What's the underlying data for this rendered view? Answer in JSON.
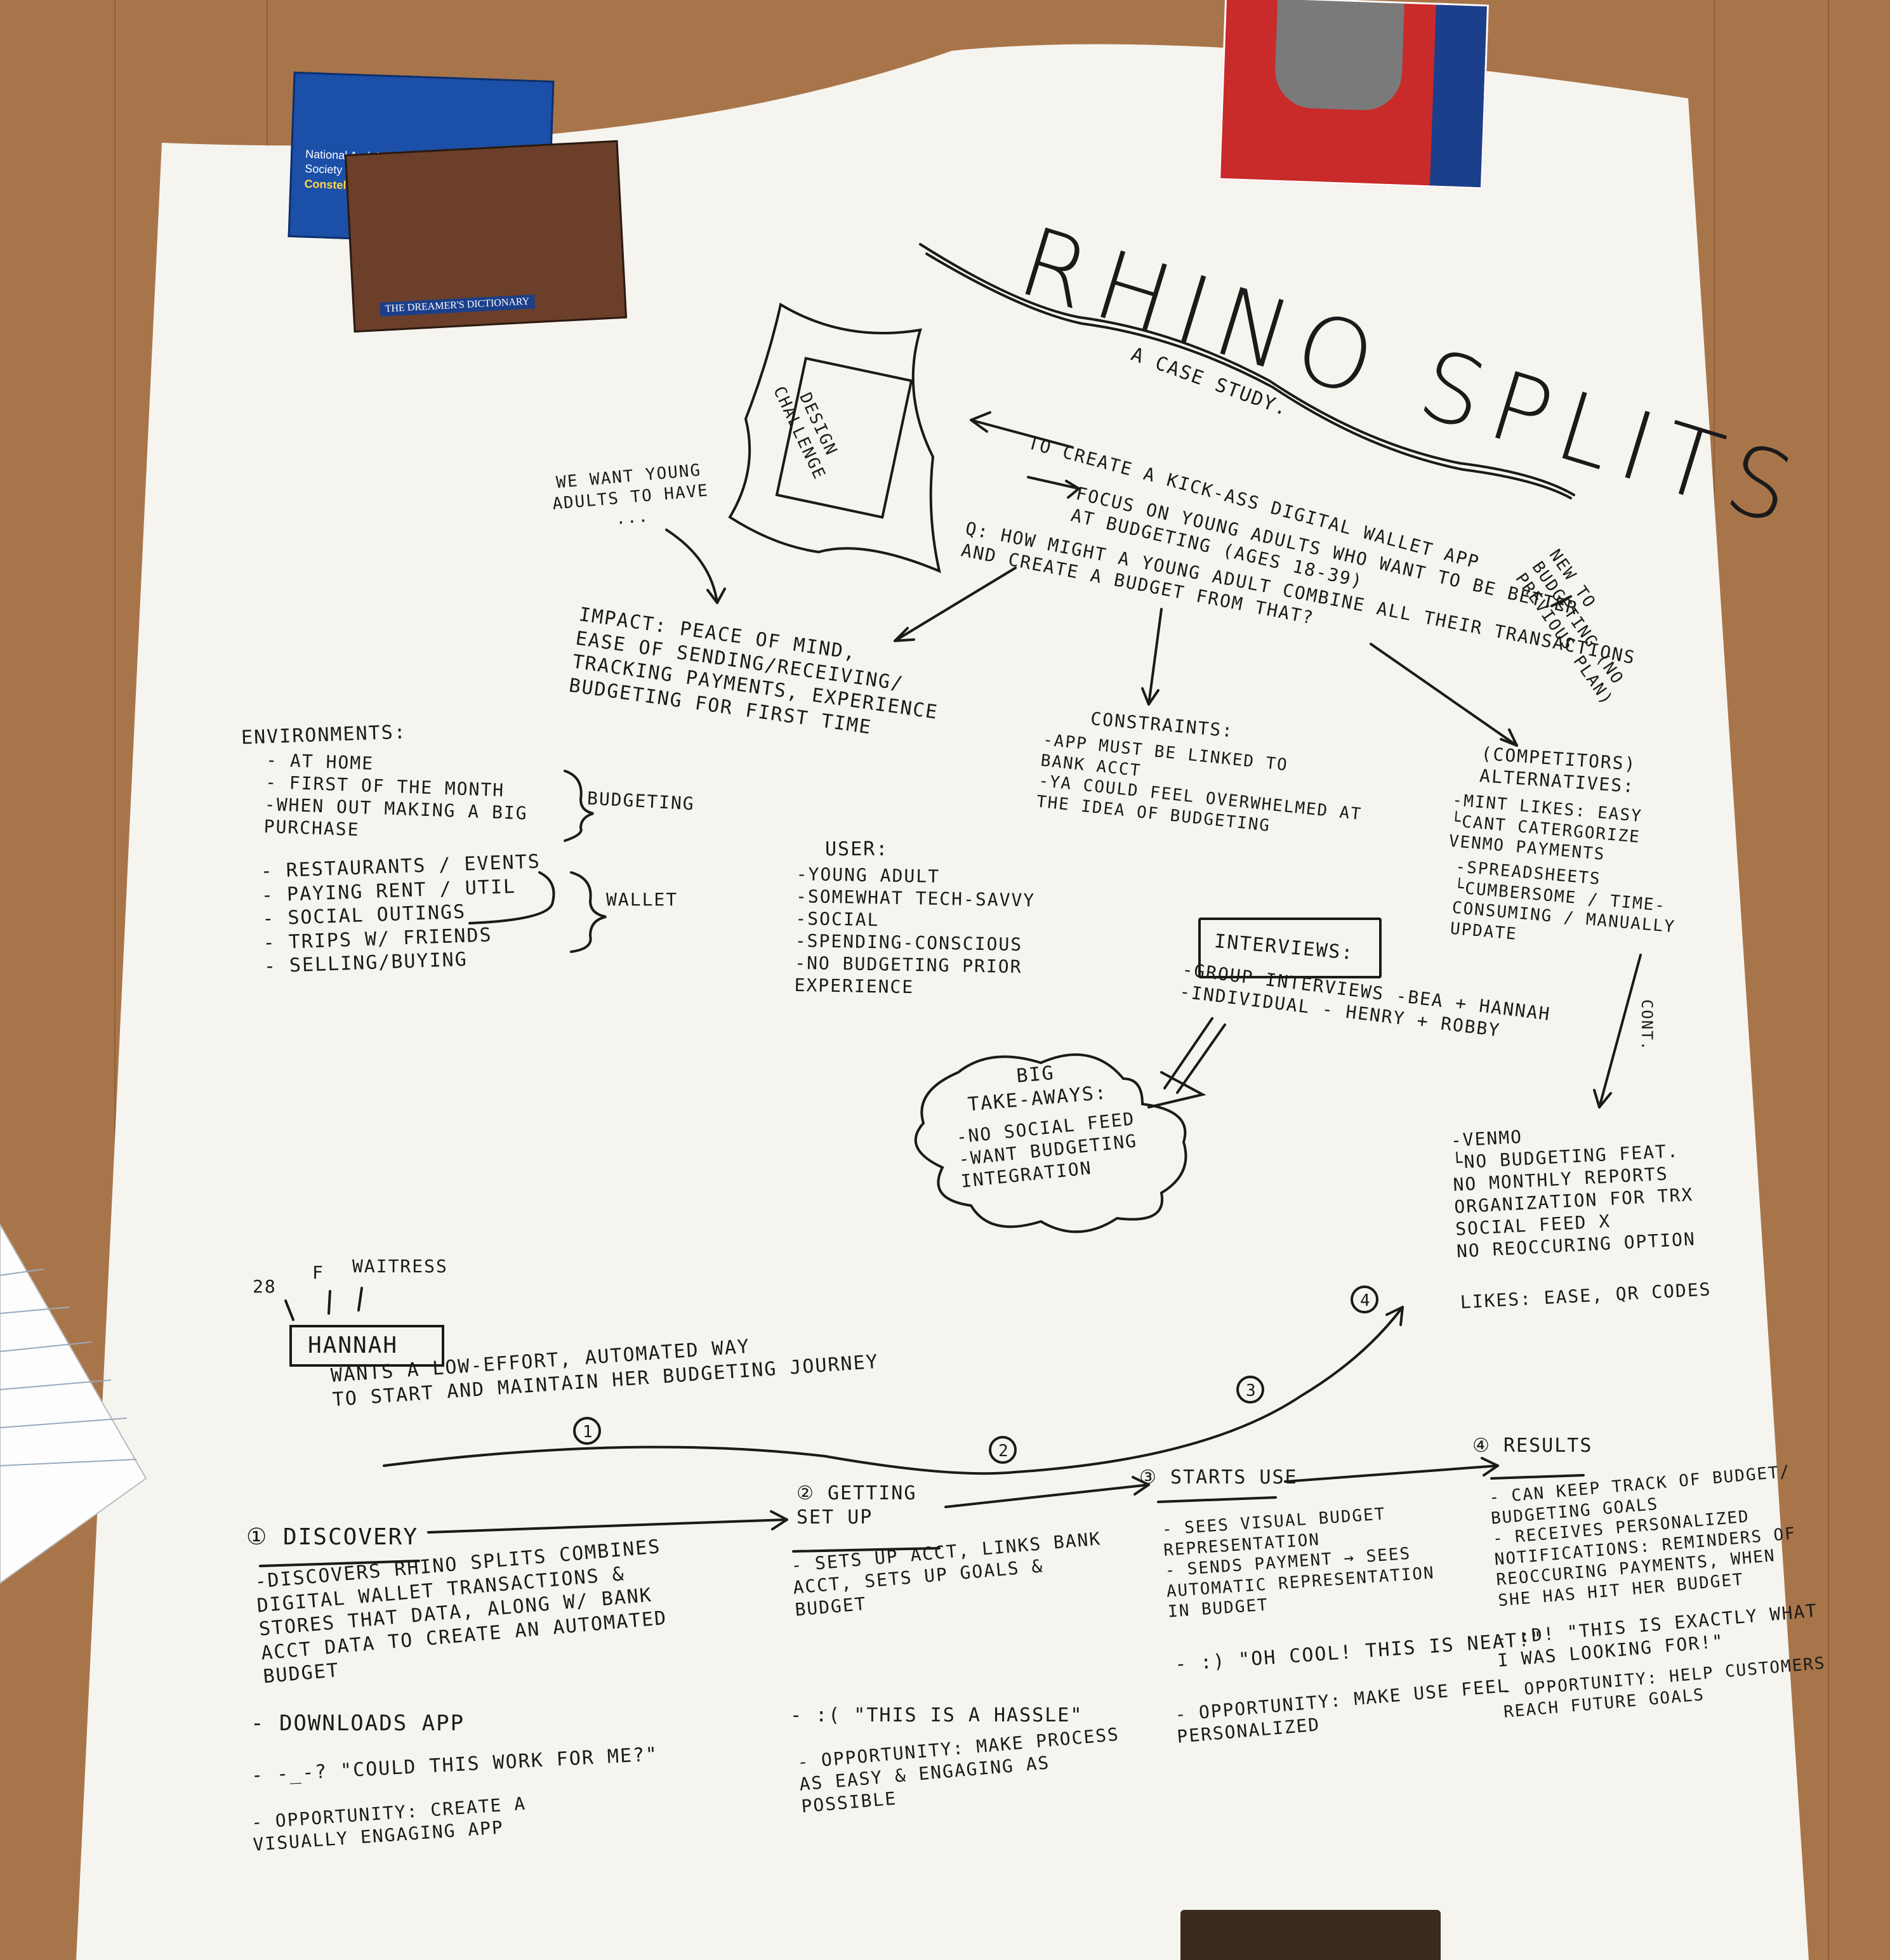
{
  "colors": {
    "paper": "#f6f4ef",
    "ink": "#1a1a1a",
    "floor": "#a8754a"
  },
  "title": {
    "main": "RHINO SPLITS",
    "sub": "A CASE STUDY."
  },
  "books": {
    "constellations": {
      "line1": "National Audubon",
      "line2": "Society Pocket Guide",
      "line3": "Constellations"
    },
    "dreamers": "THE DREAMER'S DICTIONARY"
  },
  "challenge": {
    "box_label": "DESIGN\nCHALLENGE",
    "goal": "TO CREATE A KICK-ASS DIGITAL WALLET APP",
    "focus": "FOCUS ON YOUNG ADULTS WHO WANT TO BE BETTER\nAT BUDGETING (AGES 18-39)",
    "hmw": "Q: HOW MIGHT A YOUNG ADULT COMBINE ALL THEIR TRANSACTIONS\nAND CREATE A BUDGET FROM THAT?",
    "new_to_budgeting": "NEW TO BUDGETING (NO PREVIOUS PLAN)",
    "we_want": "WE WANT YOUNG\nADULTS TO HAVE\n..."
  },
  "impact": "IMPACT: PEACE OF MIND,\nEASE OF SENDING/RECEIVING/\nTRACKING PAYMENTS, EXPERIENCE\nBUDGETING FOR FIRST TIME",
  "constraints": {
    "title": "CONSTRAINTS:",
    "items": "-APP MUST BE LINKED TO\n BANK ACCT\n-YA COULD FEEL OVERWHELMED AT\n THE IDEA OF BUDGETING"
  },
  "alternatives": {
    "title": "(COMPETITORS)\nALTERNATIVES:",
    "mint": "-MINT      LIKES: EASY\n  └CANT CATERGORIZE\n     VENMO PAYMENTS",
    "spreadsheets": "-SPREADSHEETS\n  └CUMBERSOME / TIME-\n   CONSUMING / MANUALLY\n   UPDATE",
    "cont": "CONT."
  },
  "environments": {
    "title": "ENVIRONMENTS:",
    "budgeting_items": "- AT HOME\n- FIRST OF THE MONTH\n-WHEN OUT MAKING A BIG\n  PURCHASE",
    "budgeting_label": "BUDGETING",
    "wallet_items": "- RESTAURANTS / EVENTS\n- PAYING RENT / UTIL\n- SOCIAL OUTINGS\n- TRIPS W/ FRIENDS\n- SELLING/BUYING",
    "wallet_label": "WALLET"
  },
  "user": {
    "title": "USER:",
    "items": "-YOUNG ADULT\n-SOMEWHAT TECH-SAVVY\n-SOCIAL\n-SPENDING-CONSCIOUS\n-NO BUDGETING PRIOR\n  EXPERIENCE"
  },
  "interviews": {
    "title": "INTERVIEWS:",
    "items": "-GROUP INTERVIEWS -BEA + HANNAH\n-INDIVIDUAL - HENRY + ROBBY"
  },
  "takeaways": {
    "title": "BIG\nTAKE-AWAYS:",
    "items": "-NO SOCIAL FEED\n-WANT BUDGETING\n INTEGRATION"
  },
  "venmo": {
    "items": "-VENMO\n  └NO BUDGETING FEAT.\n   NO MONTHLY REPORTS\n   ORGANIZATION FOR TRX\n   SOCIAL FEED x\n   NO REOCCURING OPTION",
    "likes": "LIKES: EASE, QR CODES"
  },
  "persona": {
    "age": "28",
    "gender": "F",
    "job": "WAITRESS",
    "name": "HANNAH",
    "goal": "WANTS A LOW-EFFORT, AUTOMATED WAY\nTO START AND MAINTAIN HER BUDGETING JOURNEY"
  },
  "journey": {
    "markers": [
      "1",
      "2",
      "3",
      "4"
    ],
    "discovery": {
      "title": "① DISCOVERY",
      "body": "-DISCOVERS RHINO SPLITS COMBINES\nDIGITAL WALLET TRANSACTIONS &\nSTORES THAT DATA, ALONG W/ BANK\nACCT DATA TO CREATE AN AUTOMATED\nBUDGET",
      "download": "- DOWNLOADS APP",
      "quote": "- -_-? \"COULD THIS WORK FOR ME?\"",
      "opportunity": "- OPPORTUNITY: CREATE A\n  VISUALLY ENGAGING APP"
    },
    "setup": {
      "title": "② GETTING\n   SET UP",
      "body": "- SETS UP ACCT, LINKS BANK\n ACCT, SETS UP GOALS &\n BUDGET",
      "quote": "- :(  \"THIS IS A HASSLE\"",
      "opportunity": "- OPPORTUNITY: MAKE PROCESS\n  AS EASY & ENGAGING AS\n  POSSIBLE"
    },
    "starts_use": {
      "title": "③ STARTS USE",
      "body": "- SEES VISUAL BUDGET\n REPRESENTATION\n- SENDS PAYMENT → SEES\n AUTOMATIC REPRESENTATION\n IN BUDGET",
      "quote": "- :)  \"OH COOL! THIS IS NEAT!\"",
      "opportunity": "- OPPORTUNITY: MAKE USE FEEL\n  PERSONALIZED"
    },
    "results": {
      "title": "④ RESULTS",
      "body": "- CAN KEEP TRACK OF BUDGET/\n BUDGETING GOALS\n- RECEIVES PERSONALIZED\n NOTIFICATIONS: REMINDERS OF\n REOCCURING PAYMENTS, WHEN\n SHE HAS HIT HER BUDGET",
      "quote": "- :D! \"THIS IS EXACTLY WHAT\n   I WAS LOOKING FOR!\"",
      "opportunity": "- OPPORTUNITY: HELP CUSTOMERS\n  REACH FUTURE GOALS"
    }
  }
}
